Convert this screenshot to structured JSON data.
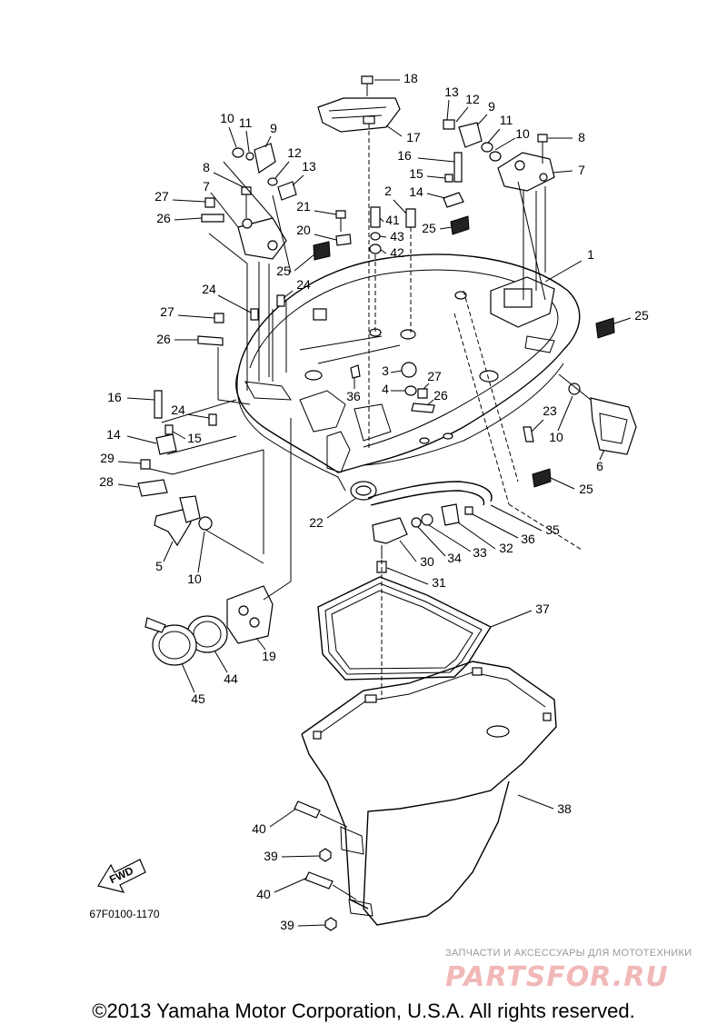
{
  "diagram": {
    "part_code": "67F0100-1170",
    "fwd_label": "FWD",
    "callouts": [
      "1",
      "2",
      "3",
      "4",
      "5",
      "6",
      "7",
      "8",
      "9",
      "10",
      "11",
      "12",
      "13",
      "14",
      "15",
      "16",
      "17",
      "18",
      "19",
      "20",
      "21",
      "22",
      "23",
      "24",
      "25",
      "26",
      "27",
      "28",
      "29",
      "30",
      "31",
      "32",
      "33",
      "34",
      "35",
      "36",
      "37",
      "38",
      "39",
      "40",
      "41",
      "42",
      "43",
      "44",
      "45"
    ]
  },
  "watermark": {
    "tagline": "ЗАПЧАСТИ И АКСЕССУАРЫ ДЛЯ МОТОТЕХНИКИ",
    "brand": "PARTSFOR.RU"
  },
  "footer": {
    "copyright": "©2013 Yamaha Motor Corporation, U.S.A. All rights reserved."
  }
}
